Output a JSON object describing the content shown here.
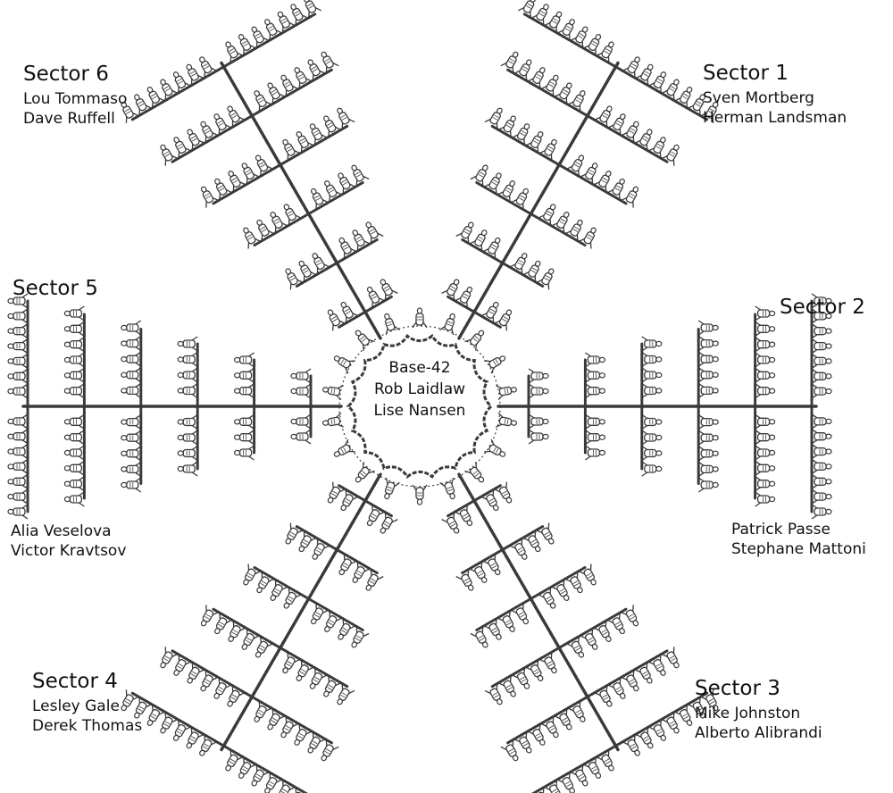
{
  "base": {
    "name": "Base-42",
    "leads": [
      "Rob Laidlaw",
      "Lise Nansen"
    ]
  },
  "sectors": [
    {
      "title": "Sector 1",
      "names": [
        "Sven Mortberg",
        "Herman Landsman"
      ]
    },
    {
      "title": "Sector 2",
      "names": [
        "Patrick Passe",
        "Stephane Mattoni"
      ]
    },
    {
      "title": "Sector 3",
      "names": [
        "Mike Johnston",
        "Alberto Alibrandi"
      ]
    },
    {
      "title": "Sector 4",
      "names": [
        "Lesley Gale",
        "Derek Thomas"
      ]
    },
    {
      "title": "Sector 5",
      "names": [
        "Alia Veselova",
        "Victor Kravtsov"
      ]
    },
    {
      "title": "Sector 6",
      "names": [
        "Lou Tommaso",
        "Dave Ruffell"
      ]
    }
  ],
  "style": {
    "stroke": "#3a3a3a",
    "background": "#ffffff"
  }
}
